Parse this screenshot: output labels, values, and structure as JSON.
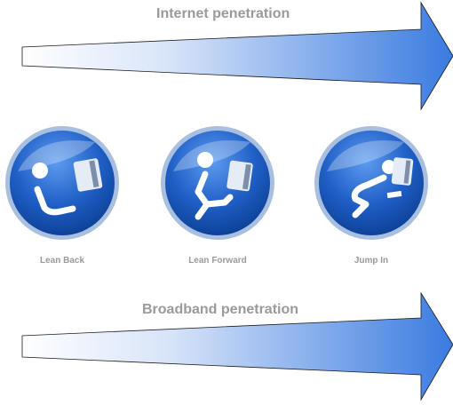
{
  "top_arrow": {
    "label": "Internet penetration"
  },
  "stages": [
    {
      "label": "Lean Back",
      "icon": "lean-back-icon"
    },
    {
      "label": "Lean Forward",
      "icon": "lean-forward-icon"
    },
    {
      "label": "Jump In",
      "icon": "jump-in-icon"
    }
  ],
  "bottom_arrow": {
    "label": "Broadband penetration"
  },
  "colors": {
    "arrow_light": "#ffffff",
    "arrow_dark": "#3a7be0",
    "circle_dark": "#0b3d91",
    "circle_light": "#4a8be8",
    "label": "#9a9a9a"
  }
}
